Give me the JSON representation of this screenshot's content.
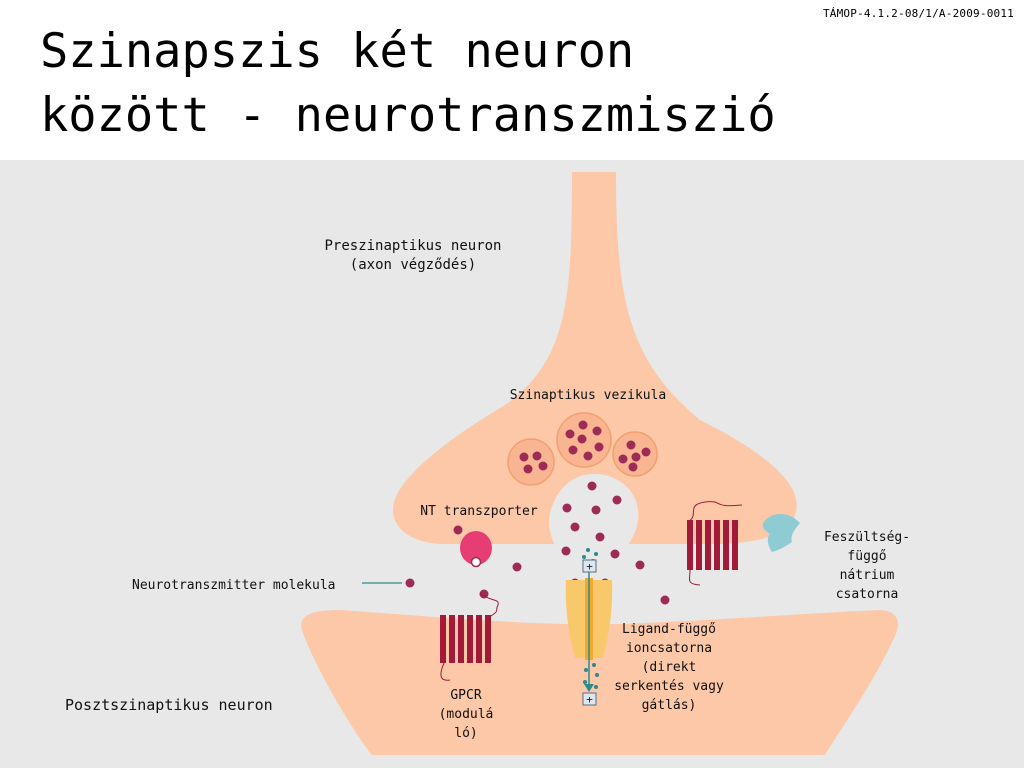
{
  "header": {
    "project_code": "TÁMOP-4.1.2-08/1/A-2009-0011",
    "title_line1": "Szinapszis két neuron",
    "title_line2": "között - neurotranszmiszió"
  },
  "labels": {
    "presynaptic_line1": "Preszinaptikus neuron",
    "presynaptic_line2": "(axon végződés)",
    "vesicle": "Szinaptikus vezikula",
    "nt_transporter": "NT transzporter",
    "nt_molecule": "Neurotranszmitter molekula",
    "postsynaptic": "Posztszinaptikus neuron",
    "gpcr_line1": "GPCR",
    "gpcr_line2": "(modulá",
    "gpcr_line3": "ló)",
    "ligand_line1": "Ligand-függő",
    "ligand_line2": "ioncsatorna",
    "ligand_line3": "(direkt",
    "ligand_line4": "serkentés vagy",
    "ligand_line5": "gátlás)",
    "sodium_line1": "Feszültség-",
    "sodium_line2": "függő",
    "sodium_line3": "nátrium",
    "sodium_line4": "csatorna"
  },
  "ion_symbols": {
    "plus_top": "+",
    "plus_bottom": "+"
  },
  "colors": {
    "background": "#e7e8e7",
    "neuron": "#fcc8a8",
    "vesicle_fill": "#f9b592",
    "vesicle_stroke": "#f3a06f",
    "nt_molecule": "#9c2b56",
    "receptor": "#a11b39",
    "transporter": "#e63e74",
    "ligand_channel": "#f8c86a",
    "sodium_channel": "#8ecbd3",
    "ion": "#2b8a8c"
  },
  "icons": {
    "ion_plus": "plus-sign-icon"
  }
}
